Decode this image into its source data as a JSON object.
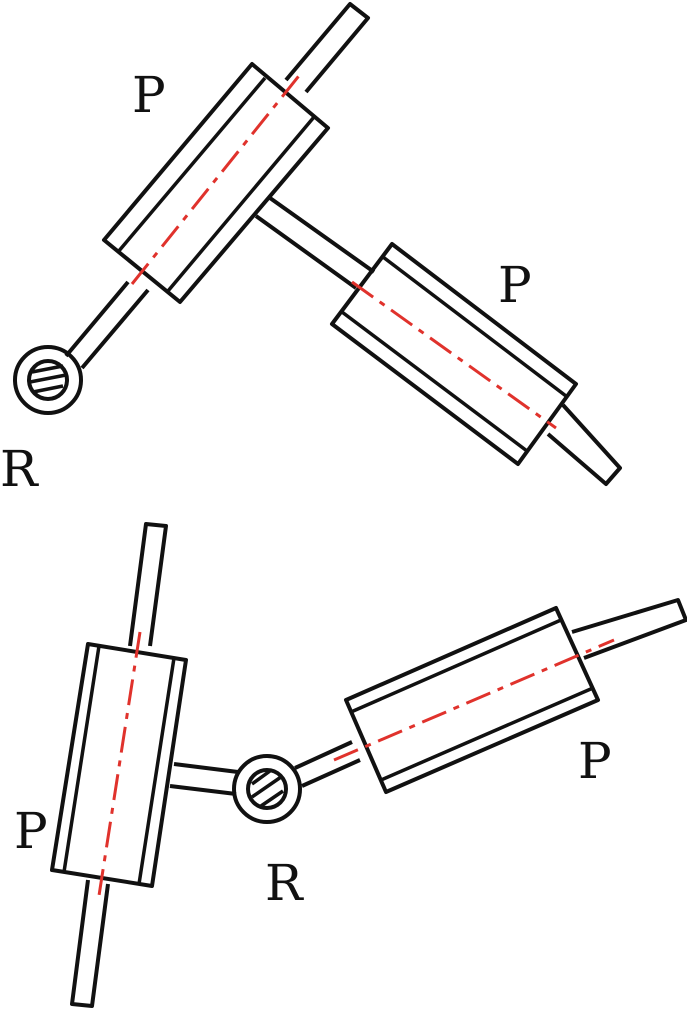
{
  "colors": {
    "stroke": "#111111",
    "axis": "#e0322c",
    "background": "#ffffff"
  },
  "labels": {
    "top_prismatic_1": "P",
    "top_prismatic_2": "P",
    "top_revolute": "R",
    "bottom_prismatic_1": "P",
    "bottom_prismatic_2": "P",
    "bottom_revolute": "R"
  }
}
